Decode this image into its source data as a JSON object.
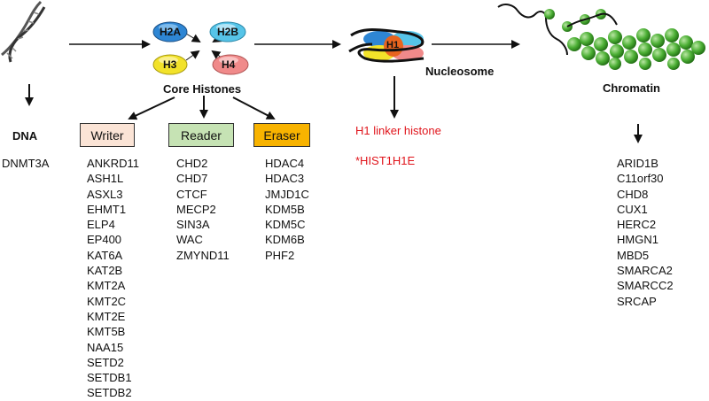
{
  "labels": {
    "core_histones": "Core Histones",
    "nucleosome": "Nucleosome",
    "chromatin": "Chromatin",
    "dna": "DNA",
    "h1_linker": "H1 linker histone",
    "h1_gene": "*HIST1H1E"
  },
  "histones": {
    "h2a": "H2A",
    "h2b": "H2B",
    "h3": "H3",
    "h4": "H4",
    "h1": "H1"
  },
  "categories": {
    "writer": "Writer",
    "reader": "Reader",
    "eraser": "Eraser"
  },
  "dna_genes": [
    "DNMT3A"
  ],
  "writer_genes": [
    "ANKRD11",
    "ASH1L",
    "ASXL3",
    "EHMT1",
    "ELP4",
    "EP400",
    "KAT6A",
    "KAT2B",
    "KMT2A",
    "KMT2C",
    "KMT2E",
    "KMT5B",
    "NAA15",
    "SETD2",
    "SETDB1",
    "SETDB2"
  ],
  "reader_genes": [
    "CHD2",
    "CHD7",
    "CTCF",
    "MECP2",
    "SIN3A",
    "WAC",
    "ZMYND11"
  ],
  "eraser_genes": [
    "HDAC4",
    "HDAC3",
    "JMJD1C",
    "KDM5B",
    "KDM5C",
    "KDM6B",
    "PHF2"
  ],
  "chromatin_genes": [
    "ARID1B",
    "C11orf30",
    "CHD8",
    "CUX1",
    "HERC2",
    "HMGN1",
    "MBD5",
    "SMARCA2",
    "SMARCC2",
    "SRCAP"
  ],
  "colors": {
    "writer_bg": "#fbe4d6",
    "reader_bg": "#c6e3b4",
    "eraser_bg": "#f8b300",
    "h2a": "#2e86d4",
    "h2b": "#56c4e8",
    "h3": "#f2e22a",
    "h4": "#f08a8a",
    "h1": "#e8641e",
    "chromatin": "#4caf35",
    "red_text": "#e0141b"
  }
}
